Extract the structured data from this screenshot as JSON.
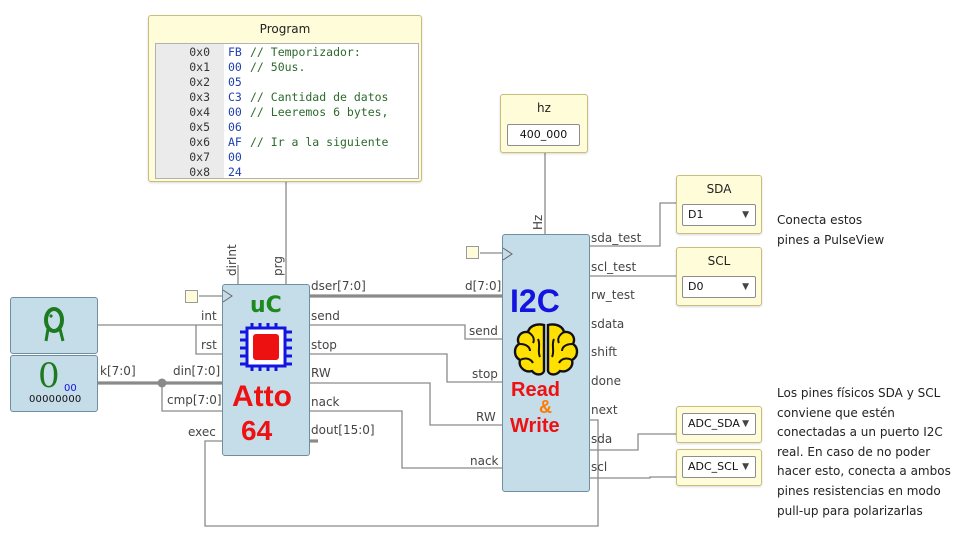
{
  "program": {
    "title": "Program",
    "lines": [
      {
        "addr": "0x0",
        "hex": "FB",
        "comment": "// Temporizador:"
      },
      {
        "addr": "0x1",
        "hex": "00",
        "comment": "// 50us."
      },
      {
        "addr": "0x2",
        "hex": "05",
        "comment": ""
      },
      {
        "addr": "0x3",
        "hex": "C3",
        "comment": "// Cantidad de datos"
      },
      {
        "addr": "0x4",
        "hex": "00",
        "comment": "// Leeremos 6 bytes,"
      },
      {
        "addr": "0x5",
        "hex": "06",
        "comment": ""
      },
      {
        "addr": "0x6",
        "hex": "AF",
        "comment": "// Ir a la siguiente"
      },
      {
        "addr": "0x7",
        "hex": "00",
        "comment": ""
      },
      {
        "addr": "0x8",
        "hex": "24",
        "comment": ""
      }
    ]
  },
  "hz": {
    "title": "hz",
    "value": "400_000"
  },
  "sda_probe": {
    "title": "SDA",
    "value": "D1"
  },
  "scl_probe": {
    "title": "SCL",
    "value": "D0"
  },
  "adc_sda": {
    "value": "ADC_SDA"
  },
  "adc_scl": {
    "value": "ADC_SCL"
  },
  "notes": {
    "pulseview": [
      "Conecta estos",
      "pines a PulseView"
    ],
    "pins": [
      "Los pines físicos SDA y SCL",
      "conviene que estén",
      "conectadas a un puerto I2C",
      "real. En caso de no poder",
      "hacer esto, conecta a ambos",
      "pines resistencias en modo",
      "pull-up para polarizarlas"
    ]
  },
  "constant": {
    "value": "0",
    "subscript": "00",
    "bits": "00000000"
  },
  "atto": {
    "logo_top": "uC",
    "logo_name": "Atto",
    "logo_num": "64",
    "top_ports": [
      "dirInt",
      "prg"
    ],
    "left_ports": [
      "int",
      "rst",
      "din[7:0]",
      "cmp[7:0]",
      "exec"
    ],
    "right_ports": [
      "dser[7:0]",
      "send",
      "stop",
      "RW",
      "nack",
      "dout[15:0]"
    ]
  },
  "i2c": {
    "logo_top": "I2C",
    "logo_mid": "Read",
    "logo_amp": "&",
    "logo_bot": "Write",
    "top_port": "Hz",
    "left_ports": [
      "d[7:0]",
      "send",
      "stop",
      "RW",
      "nack"
    ],
    "right_ports": [
      "sda_test",
      "scl_test",
      "rw_test",
      "sdata",
      "shift",
      "done",
      "next",
      "sda",
      "scl"
    ]
  },
  "wire_labels": {
    "k": "k[7:0]"
  },
  "colors": {
    "chip_fill": "#c5dce9",
    "yellow_box": "#fffcd9",
    "wire": "#8a8a8a",
    "atto_red": "#ee1111",
    "i2c_blue": "#1414e0",
    "brain_yellow": "#ffe000"
  }
}
